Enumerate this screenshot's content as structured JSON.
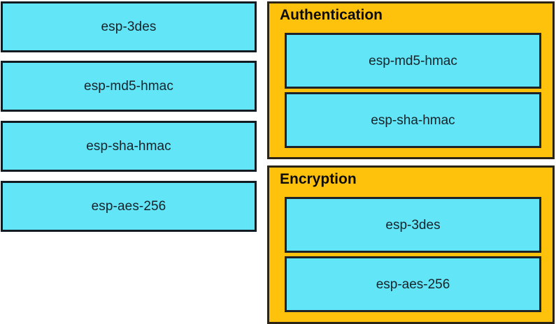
{
  "colors": {
    "tile_fill": "#62e5f6",
    "tile_border": "#16232b",
    "panel_fill": "#fec20d",
    "panel_border": "#2b2415",
    "background": "#ffffff",
    "text": "#16232b"
  },
  "source_column": {
    "tiles": [
      {
        "label": "esp-3des"
      },
      {
        "label": "esp-md5-hmac"
      },
      {
        "label": "esp-sha-hmac"
      },
      {
        "label": "esp-aes-256"
      }
    ]
  },
  "categories": [
    {
      "title": "Authentication",
      "items": [
        {
          "label": "esp-md5-hmac"
        },
        {
          "label": "esp-sha-hmac"
        }
      ]
    },
    {
      "title": "Encryption",
      "items": [
        {
          "label": "esp-3des"
        },
        {
          "label": "esp-aes-256"
        }
      ]
    }
  ]
}
